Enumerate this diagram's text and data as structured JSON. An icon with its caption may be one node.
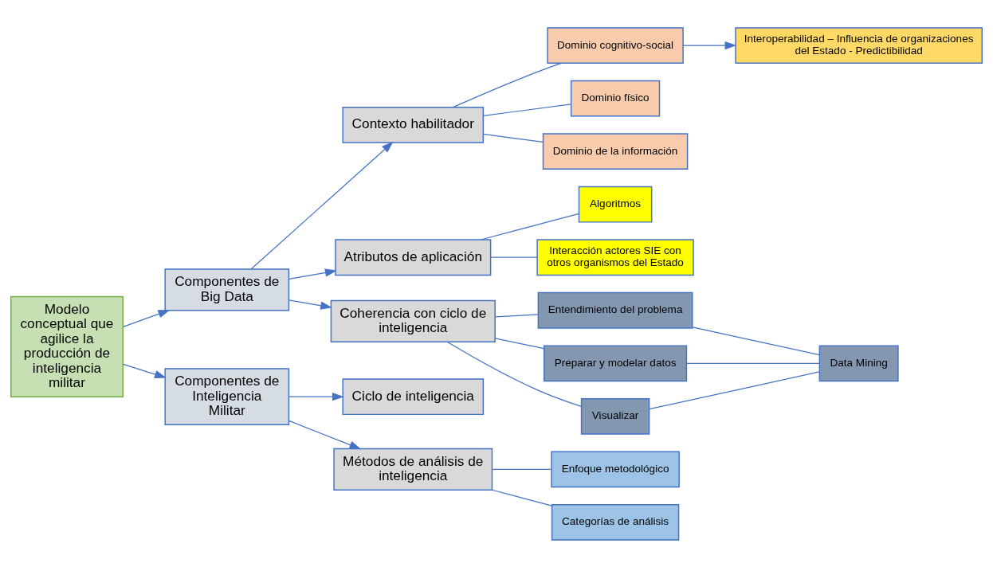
{
  "diagram": {
    "nodes": [
      {
        "text": [
          "Modelo conceptual que agilice la producción de inteligencia militar"
        ]
      },
      {
        "text": [
          "Componentes de Big Data"
        ]
      },
      {
        "text": [
          "Componentes de Inteligencia Militar"
        ]
      },
      {
        "text": [
          "Contexto habilitador"
        ]
      },
      {
        "text": [
          "Atributos de aplicación"
        ]
      },
      {
        "text": [
          "Coherencia con ciclo de inteligencia"
        ]
      },
      {
        "text": [
          "Ciclo de inteligencia"
        ]
      },
      {
        "text": [
          "Métodos de análisis de inteligencia"
        ]
      },
      {
        "text": [
          "Dominio cognitivo-social"
        ]
      },
      {
        "text": [
          "Dominio físico"
        ]
      },
      {
        "text": [
          "Dominio de la información"
        ]
      },
      {
        "text": [
          "Algoritmos"
        ]
      },
      {
        "text": [
          "Interacción actores SIE con otros organismos del Estado"
        ]
      },
      {
        "text": [
          "Entendimiento del problema"
        ]
      },
      {
        "text": [
          "Preparar y modelar datos"
        ]
      },
      {
        "text": [
          "Visualizar"
        ]
      },
      {
        "text": [
          "Enfoque metodológico"
        ]
      },
      {
        "text": [
          "Categorías de análisis"
        ]
      },
      {
        "text": [
          "Interoperabilidad – Influencia de organizaciones del Estado - Predictibilidad"
        ]
      },
      {
        "text": [
          "Data Mining"
        ]
      }
    ],
    "edges": [
      {
        "from": 0,
        "to": 1,
        "arrow": "to"
      },
      {
        "from": 0,
        "to": 2,
        "arrow": "to"
      },
      {
        "from": 1,
        "to": 3,
        "arrow": "to"
      },
      {
        "from": 1,
        "to": 4,
        "arrow": "to"
      },
      {
        "from": 1,
        "to": 5,
        "arrow": "to"
      },
      {
        "from": 2,
        "to": 6,
        "arrow": "to"
      },
      {
        "from": 2,
        "to": 7,
        "arrow": "to"
      },
      {
        "from": 3,
        "to": 8,
        "arrow": "none"
      },
      {
        "from": 3,
        "to": 9,
        "arrow": "none"
      },
      {
        "from": 3,
        "to": 10,
        "arrow": "none"
      },
      {
        "from": 4,
        "to": 11,
        "arrow": "none"
      },
      {
        "from": 4,
        "to": 12,
        "arrow": "none"
      },
      {
        "from": 5,
        "to": 13,
        "arrow": "none"
      },
      {
        "from": 5,
        "to": 14,
        "arrow": "none"
      },
      {
        "from": 5,
        "to": 15,
        "arrow": "none"
      },
      {
        "from": 7,
        "to": 16,
        "arrow": "none"
      },
      {
        "from": 7,
        "to": 17,
        "arrow": "none"
      },
      {
        "from": 8,
        "to": 18,
        "arrow": "to"
      },
      {
        "from": 13,
        "to": 19,
        "arrow": "none"
      },
      {
        "from": 14,
        "to": 19,
        "arrow": "none"
      },
      {
        "from": 15,
        "to": 19,
        "arrow": "none"
      }
    ]
  }
}
